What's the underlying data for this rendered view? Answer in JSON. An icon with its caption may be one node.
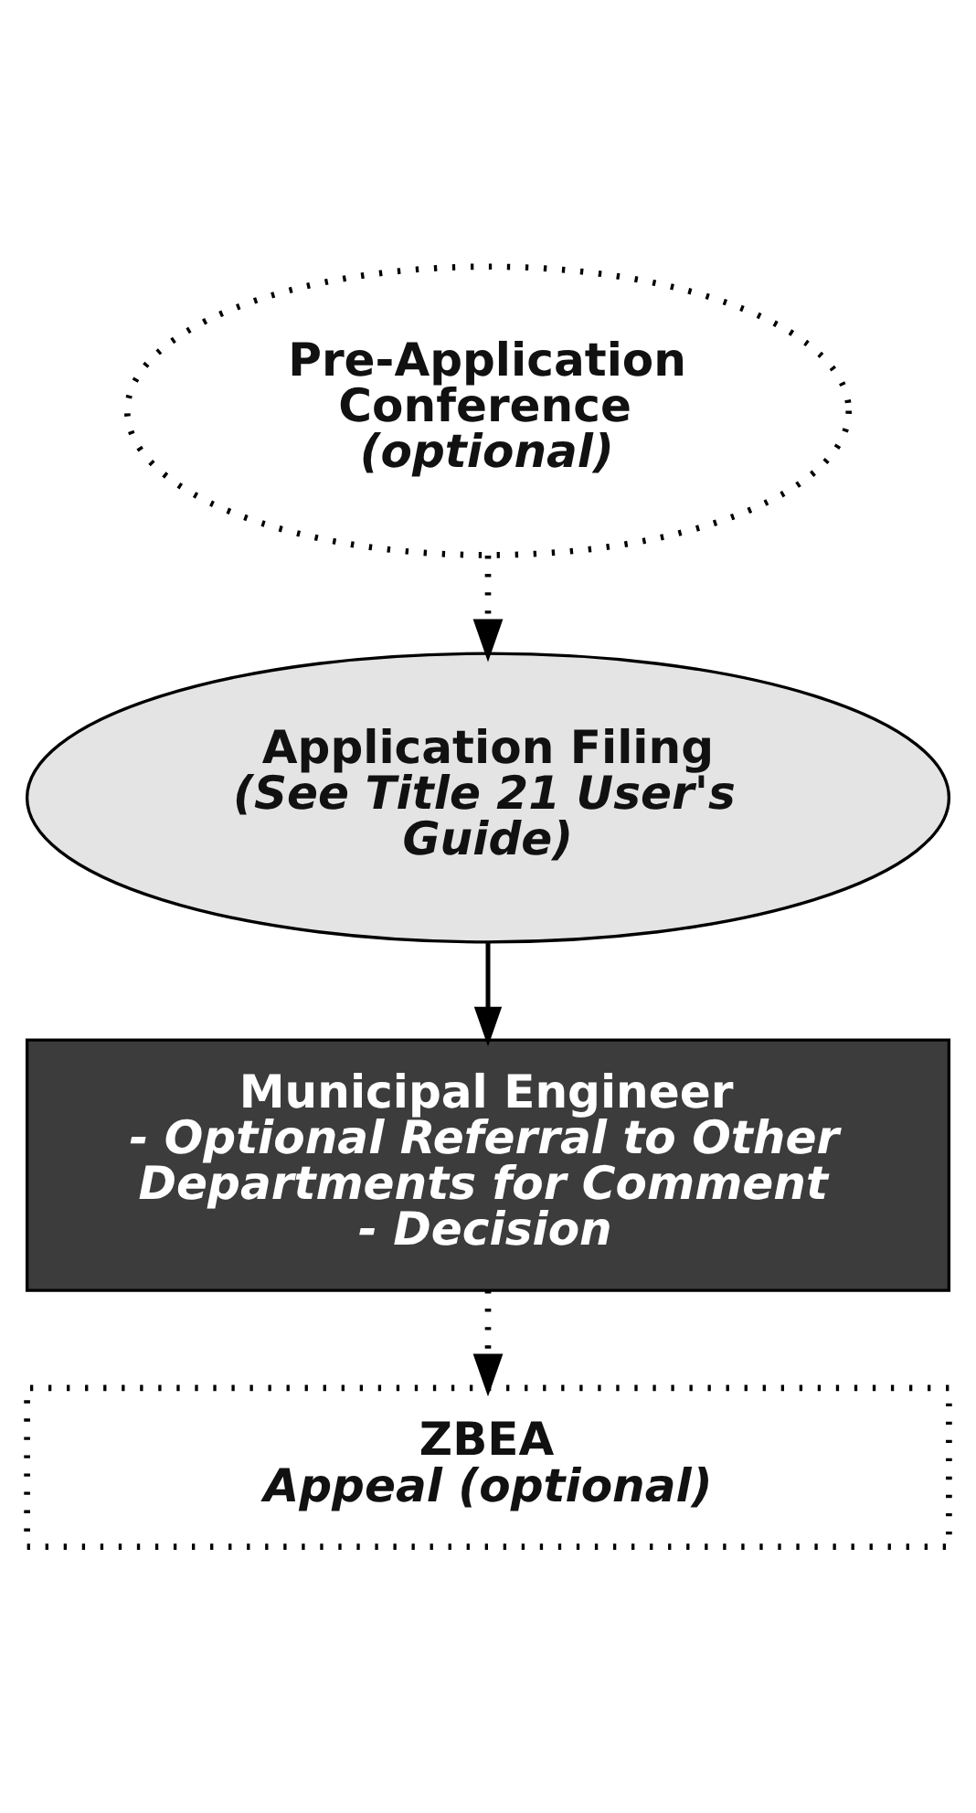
{
  "diagram": {
    "nodes": [
      {
        "text": [
          "Pre-Application Conference",
          "(optional)"
        ]
      },
      {
        "text": [
          "Application Filing",
          "(See Title 21 User's Guide)"
        ]
      },
      {
        "text": [
          "Municipal Engineer",
          "- Optional Referral to Other Departments for Comment",
          "- Decision"
        ]
      },
      {
        "text": [
          "ZBEA",
          "Appeal (optional)"
        ]
      }
    ],
    "edges": [
      {
        "from": 0,
        "to": 1,
        "arrow": "to",
        "style": "dashed"
      },
      {
        "from": 1,
        "to": 2,
        "arrow": "to"
      },
      {
        "from": 2,
        "to": 3,
        "arrow": "to",
        "style": "dashed"
      }
    ]
  }
}
